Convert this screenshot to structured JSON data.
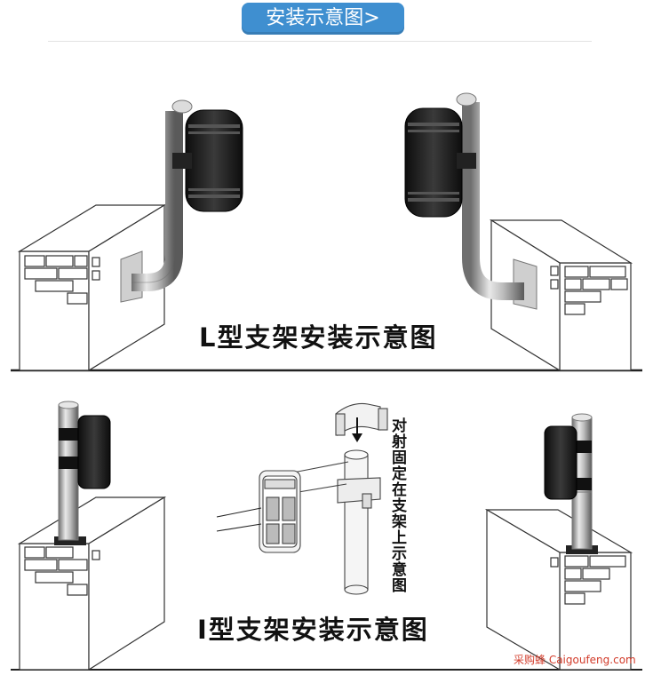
{
  "header": {
    "title": "安装示意图>"
  },
  "sections": {
    "l_bracket": {
      "caption": "L型支架安装示意图"
    },
    "i_bracket": {
      "caption": "I型支架安装示意图",
      "note": "对射固定在支架上示意图"
    }
  },
  "watermark": {
    "text": "采购蜂 Caigoufeng.com"
  },
  "colors": {
    "header_bg": "#3f8fd0",
    "watermark": "#d23b2a",
    "detector_body": "#1a1a1a"
  }
}
